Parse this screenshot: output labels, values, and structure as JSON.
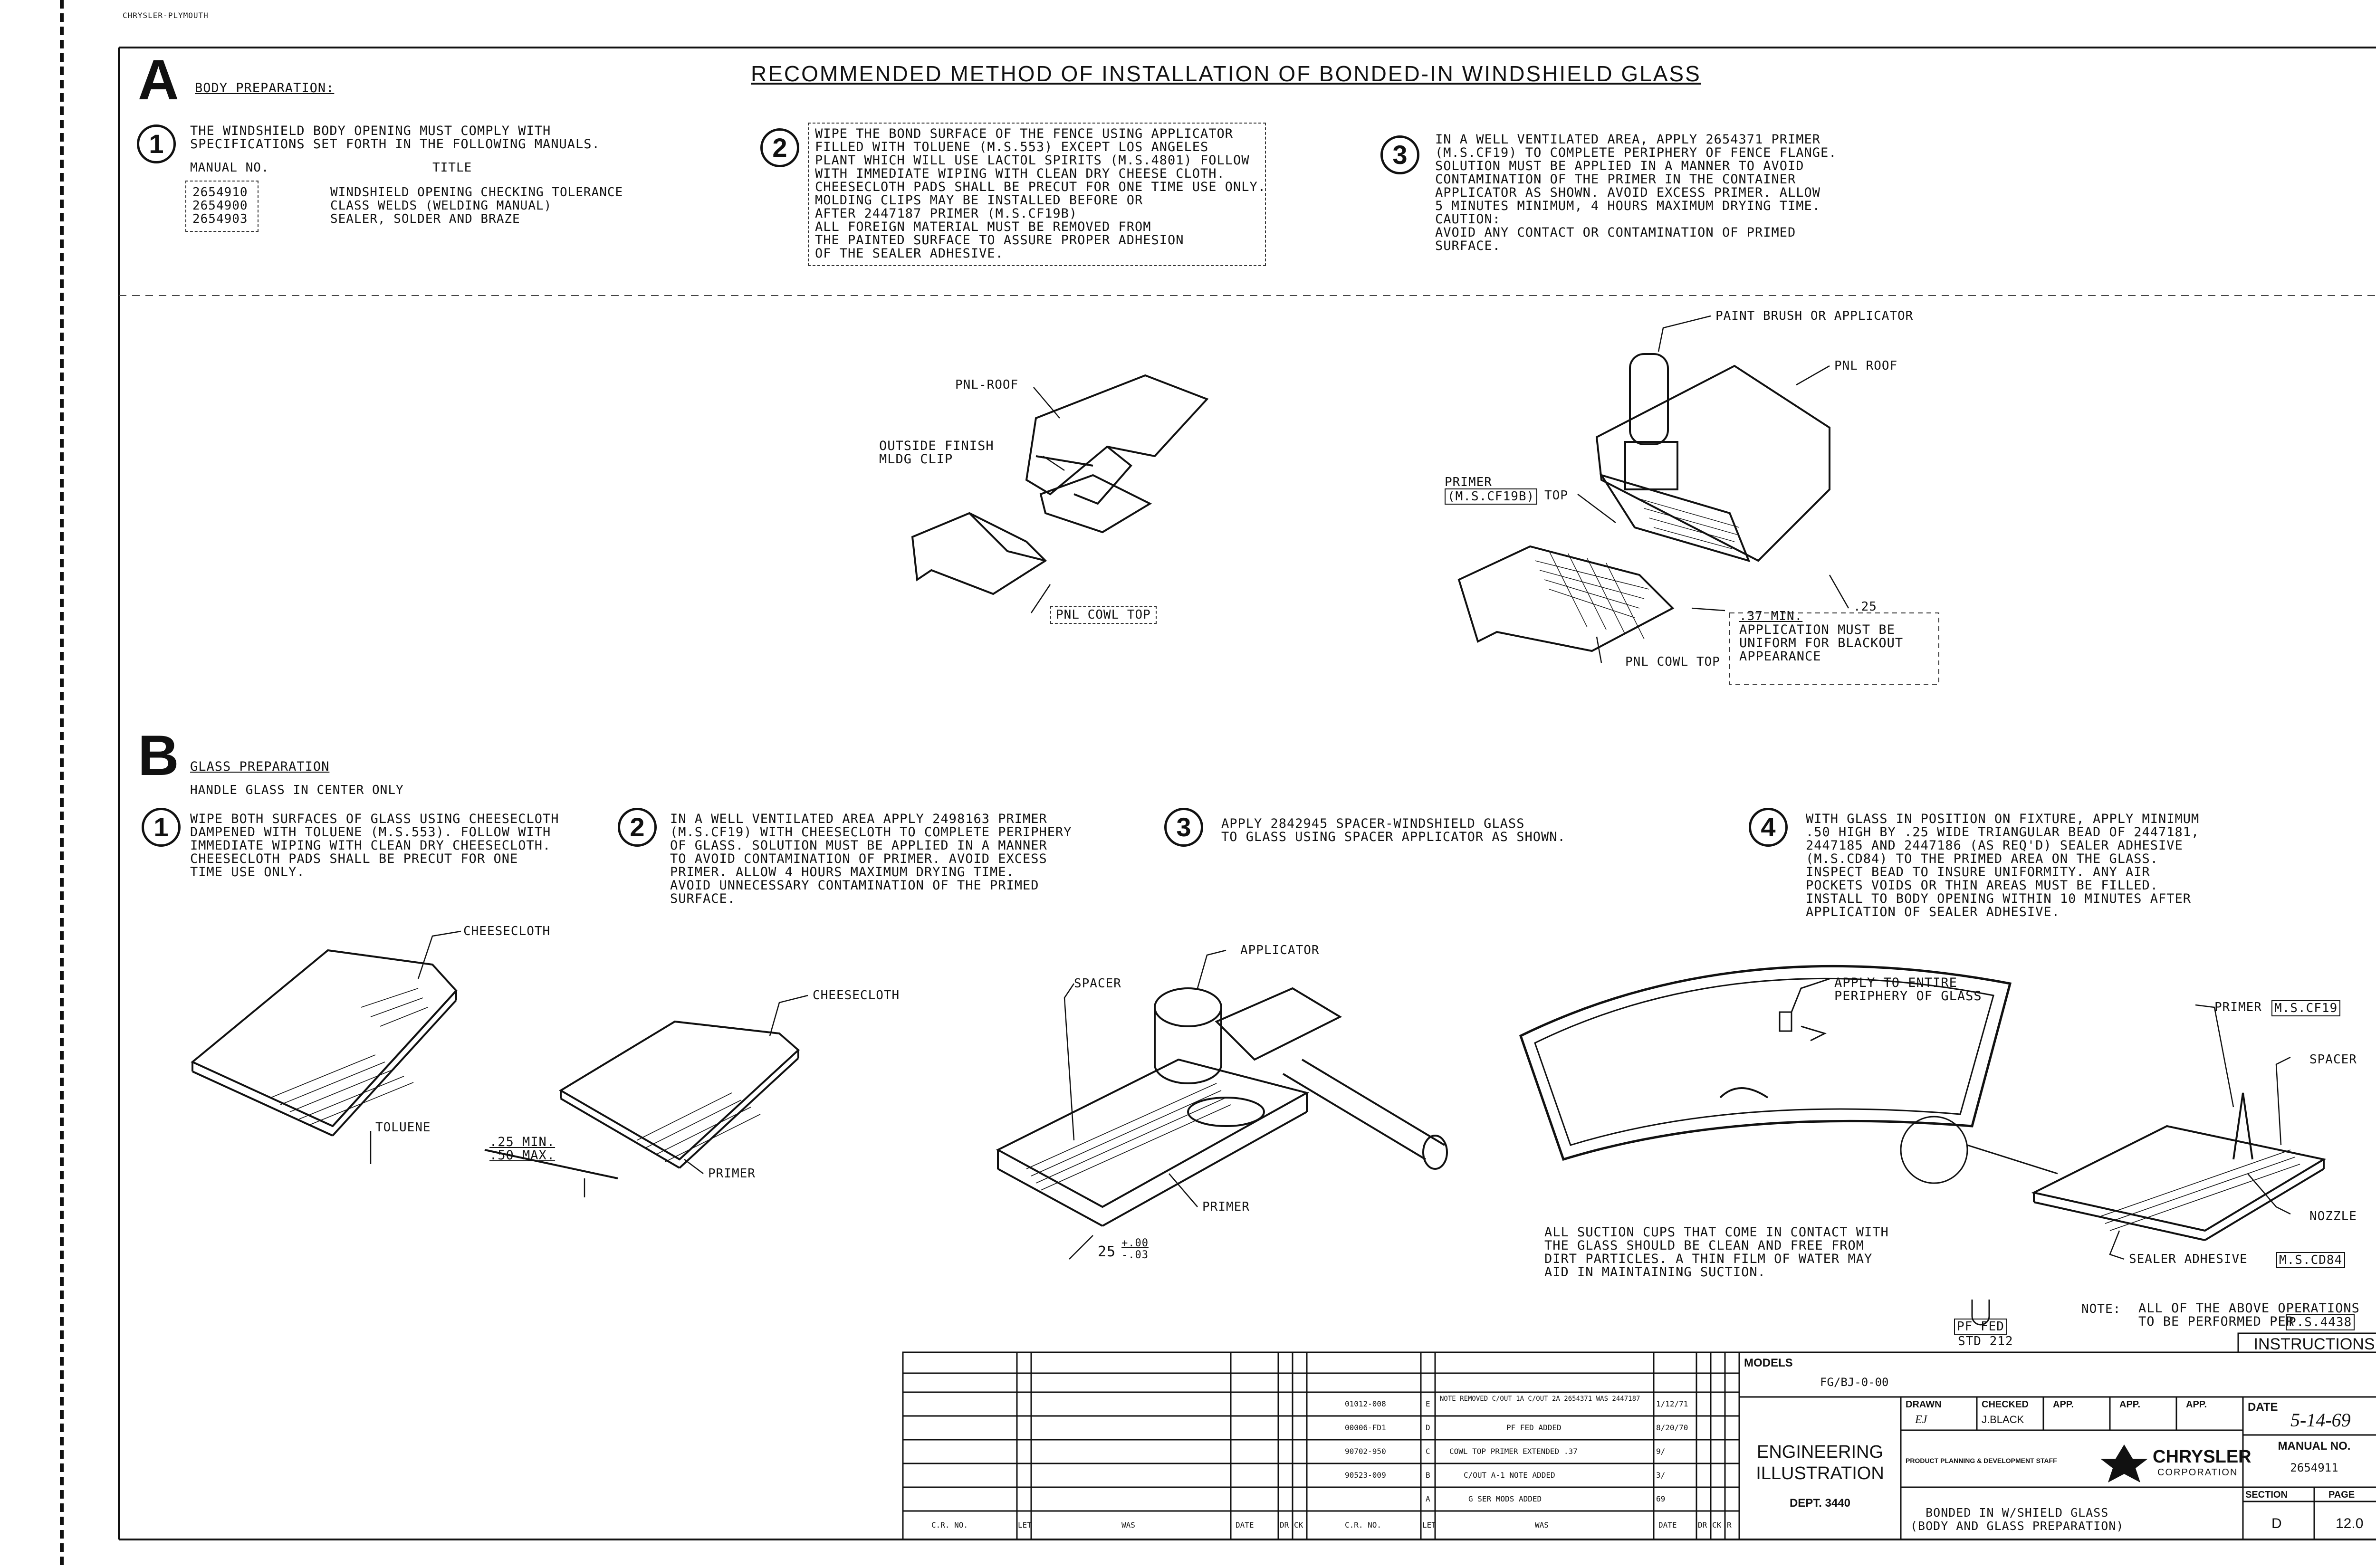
{
  "header": {
    "corner_note": "CHRYSLER-PLYMOUTH",
    "title": "RECOMMENDED METHOD OF INSTALLATION OF BONDED-IN WINDSHIELD GLASS"
  },
  "section_a": {
    "letter": "A",
    "title": "BODY PREPARATION:",
    "step1": {
      "num": "1",
      "text": "THE WINDSHIELD BODY OPENING MUST COMPLY WITH\nSPECIFICATIONS SET FORTH IN THE FOLLOWING MANUALS.",
      "col_manual": "MANUAL NO.",
      "col_title": "TITLE",
      "rows": [
        {
          "no": "2654910",
          "title": "WINDSHIELD OPENING CHECKING TOLERANCE"
        },
        {
          "no": "2654900",
          "title": "CLASS WELDS (WELDING MANUAL)"
        },
        {
          "no": "2654903",
          "title": "SEALER, SOLDER AND BRAZE"
        }
      ]
    },
    "step2": {
      "num": "2",
      "text": "WIPE THE BOND SURFACE OF THE FENCE USING APPLICATOR\nFILLED WITH TOLUENE (M.S.553) EXCEPT LOS ANGELES\nPLANT WHICH WILL USE LACTOL SPIRITS (M.S.4801) FOLLOW\nWITH IMMEDIATE WIPING WITH CLEAN DRY CHEESE CLOTH.\nCHEESECLOTH PADS SHALL BE PRECUT FOR ONE TIME USE ONLY.\nMOLDING CLIPS MAY BE INSTALLED BEFORE OR\nAFTER 2447187 PRIMER (M.S.CF19B)\nALL FOREIGN MATERIAL MUST BE REMOVED FROM\nTHE PAINTED SURFACE TO ASSURE PROPER ADHESION\nOF THE SEALER ADHESIVE."
    },
    "step3": {
      "num": "3",
      "text": "IN A WELL VENTILATED AREA, APPLY 2654371 PRIMER\n(M.S.CF19) TO COMPLETE PERIPHERY OF FENCE FLANGE.\nSOLUTION MUST BE APPLIED IN A MANNER TO AVOID\nCONTAMINATION OF THE PRIMER IN THE CONTAINER\nAPPLICATOR AS SHOWN. AVOID EXCESS PRIMER. ALLOW\n5 MINUTES MINIMUM, 4 HOURS MAXIMUM DRYING TIME.\nCAUTION:\nAVOID ANY CONTACT OR CONTAMINATION OF PRIMED\nSURFACE."
    },
    "fig_left": {
      "pnl_roof": "PNL-ROOF",
      "clip": "OUTSIDE FINISH\nMLDG CLIP",
      "cowl": "PNL COWL TOP"
    },
    "fig_right": {
      "brush": "PAINT BRUSH OR APPLICATOR",
      "pnl_roof": "PNL ROOF",
      "primer": "PRIMER",
      "primer_spec": "(M.S.CF19B)",
      "top": "TOP",
      "dim_37": ".37 MIN.",
      "dim_25": ".25",
      "note": "APPLICATION MUST BE\nUNIFORM FOR BLACKOUT\nAPPEARANCE",
      "cowl": "PNL COWL TOP"
    }
  },
  "section_b": {
    "letter": "B",
    "title": "GLASS PREPARATION",
    "subtitle": "HANDLE GLASS IN CENTER ONLY",
    "step1": {
      "num": "1",
      "text": "WIPE BOTH SURFACES OF GLASS USING CHEESECLOTH\nDAMPENED WITH TOLUENE (M.S.553). FOLLOW WITH\nIMMEDIATE WIPING WITH CLEAN DRY CHEESECLOTH.\nCHEESECLOTH PADS SHALL BE PRECUT FOR ONE\nTIME USE ONLY."
    },
    "step2": {
      "num": "2",
      "text": "IN A WELL VENTILATED AREA APPLY 2498163 PRIMER\n(M.S.CF19) WITH CHEESECLOTH TO COMPLETE PERIPHERY\nOF GLASS. SOLUTION MUST BE APPLIED IN A MANNER\nTO AVOID CONTAMINATION OF PRIMER. AVOID EXCESS\nPRIMER. ALLOW 4 HOURS MAXIMUM DRYING TIME.\nAVOID UNNECESSARY CONTAMINATION OF THE PRIMED\nSURFACE."
    },
    "step3": {
      "num": "3",
      "text": "APPLY 2842945 SPACER-WINDSHIELD GLASS\nTO GLASS USING SPACER APPLICATOR AS SHOWN."
    },
    "step4": {
      "num": "4",
      "text": "WITH GLASS IN POSITION ON FIXTURE, APPLY MINIMUM\n.50 HIGH BY .25 WIDE TRIANGULAR BEAD OF 2447181,\n2447185 AND 2447186 (AS REQ'D) SEALER ADHESIVE\n(M.S.CD84) TO THE PRIMED AREA ON THE GLASS.\nINSPECT BEAD TO INSURE UNIFORMITY. ANY AIR\nPOCKETS VOIDS OR THIN AREAS MUST BE FILLED.\nINSTALL TO BODY OPENING WITHIN 10 MINUTES AFTER\nAPPLICATION OF SEALER ADHESIVE."
    },
    "fig1": {
      "cheesecloth": "CHEESECLOTH",
      "toluene": "TOLUENE"
    },
    "fig2": {
      "cheesecloth": "CHEESECLOTH",
      "primer": "PRIMER",
      "dim": ".25 MIN.\n.50 MAX."
    },
    "fig3": {
      "applicator": "APPLICATOR",
      "spacer": "SPACER",
      "primer": "PRIMER",
      "dim_base": "25",
      "dim_tol_top": "+.00",
      "dim_tol_bot": "-.03"
    },
    "fig4": {
      "apply": "APPLY TO ENTIRE\nPERIPHERY OF GLASS",
      "suction": "ALL SUCTION CUPS THAT COME IN CONTACT WITH\nTHE GLASS SHOULD BE CLEAN AND FREE FROM\nDIRT PARTICLES. A THIN FILM OF WATER MAY\nAID IN MAINTAINING SUCTION.",
      "primer": "PRIMER",
      "primer_spec": "M.S.CF19",
      "spacer": "SPACER",
      "nozzle": "NOZZLE",
      "sealer": "SEALER ADHESIVE",
      "sealer_spec": "M.S.CD84"
    }
  },
  "footer": {
    "pf_fed": "PF FED",
    "std": "STD 212",
    "note_label": "NOTE:",
    "note_text": "ALL OF THE ABOVE OPERATIONS\nTO BE PERFORMED PER",
    "note_spec": "P.S.4438",
    "instructions": "INSTRUCTIONS"
  },
  "title_block": {
    "models_label": "MODELS",
    "models_value": "FG/BJ-0-00",
    "dept_line1": "ENGINEERING",
    "dept_line2": "ILLUSTRATION",
    "dept_no": "DEPT. 3440",
    "drawn": "DRAWN",
    "checked": "CHECKED",
    "app": "APP.",
    "drawn_by": "EJ",
    "checked_by": "J.BLACK",
    "date_label": "DATE",
    "date_value": "5-14-69",
    "manual_label": "MANUAL NO.",
    "manual_value": "2654911",
    "ppd": "PRODUCT PLANNING & DEVELOPMENT STAFF",
    "brand": "CHRYSLER",
    "brand_sub": "CORPORATION",
    "desc": "BONDED IN W/SHIELD GLASS\n(BODY AND GLASS PREPARATION)",
    "section_label": "SECTION",
    "section_value": "D",
    "page_label": "PAGE",
    "page_value": "12.0",
    "col_cr": "C.R. NO.",
    "col_let": "LET",
    "col_was": "WAS",
    "col_date": "DATE",
    "col_dr": "DR",
    "col_ck": "CK",
    "col_r": "R",
    "revisions": [
      {
        "cr": "01012-008",
        "let": "E",
        "was": "NOTE REMOVED C/OUT 1A C/OUT 2A 2654371 WAS 2447187",
        "date": "1/12/71"
      },
      {
        "cr": "00006-FD1",
        "let": "D",
        "was": "PF FED ADDED",
        "date": "8/20/70"
      },
      {
        "cr": "90702-950",
        "let": "C",
        "was": "COWL TOP PRIMER EXTENDED .37",
        "date": "9/"
      },
      {
        "cr": "90523-009",
        "let": "B",
        "was": "C/OUT A-1 NOTE ADDED",
        "date": "3/"
      },
      {
        "cr": "",
        "let": "A",
        "was": "G SER MODS ADDED",
        "date": "69"
      }
    ]
  }
}
